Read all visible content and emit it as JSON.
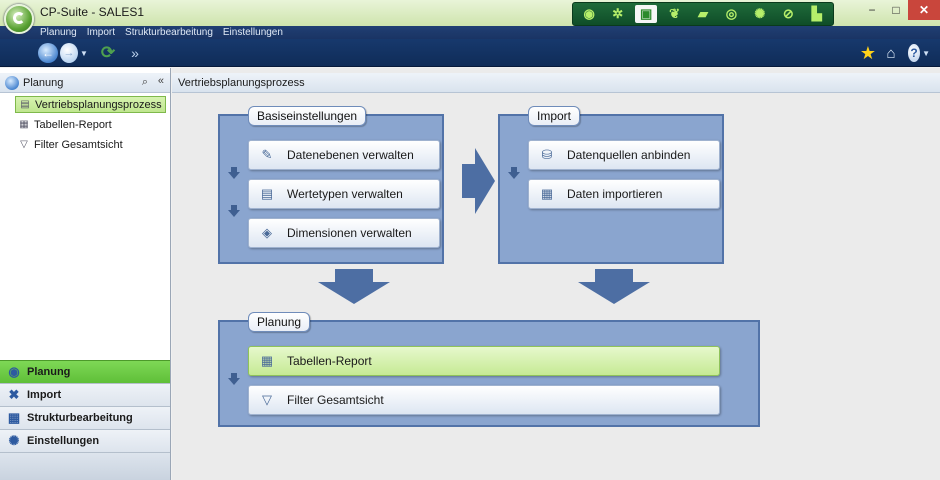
{
  "window": {
    "title": "CP-Suite - SALES1",
    "minimize": "−",
    "maximize": "□",
    "close": "✕"
  },
  "modules": [
    {
      "icon": "circle-grid-icon"
    },
    {
      "icon": "gear-bug-icon"
    },
    {
      "icon": "sales-cubes-icon",
      "active": true
    },
    {
      "icon": "leaf-icon"
    },
    {
      "icon": "money-icon"
    },
    {
      "icon": "cycle-icon"
    },
    {
      "icon": "gears-icon"
    },
    {
      "icon": "no-entry-icon"
    },
    {
      "icon": "chart-person-icon"
    }
  ],
  "menu": [
    "Planung",
    "Import",
    "Strukturbearbeitung",
    "Einstellungen"
  ],
  "toolbar": {
    "back": "←",
    "forward": "→",
    "dropdown": "▼",
    "refresh": "⟳",
    "skip": "»",
    "favorites": "★",
    "home": "⌂",
    "help": "?"
  },
  "leftpanel": {
    "title": "Planung",
    "pin": "⌕",
    "collapse": "«",
    "items": [
      {
        "label": "Vertriebsplanungsprozess",
        "selected": true
      },
      {
        "label": "Tabellen-Report"
      },
      {
        "label": "Filter Gesamtsicht"
      }
    ]
  },
  "nav": [
    {
      "label": "Planung",
      "active": true
    },
    {
      "label": "Import"
    },
    {
      "label": "Strukturbearbeitung"
    },
    {
      "label": "Einstellungen"
    }
  ],
  "main": {
    "title": "Vertriebsplanungsprozess",
    "groups": {
      "basis": {
        "label": "Basiseinstellungen",
        "steps": [
          "Datenebenen verwalten",
          "Wertetypen verwalten",
          "Dimensionen verwalten"
        ]
      },
      "import": {
        "label": "Import",
        "steps": [
          "Datenquellen anbinden",
          "Daten importieren"
        ]
      },
      "planung": {
        "label": "Planung",
        "steps": [
          "Tabellen-Report",
          "Filter Gesamtsicht"
        ]
      }
    }
  }
}
